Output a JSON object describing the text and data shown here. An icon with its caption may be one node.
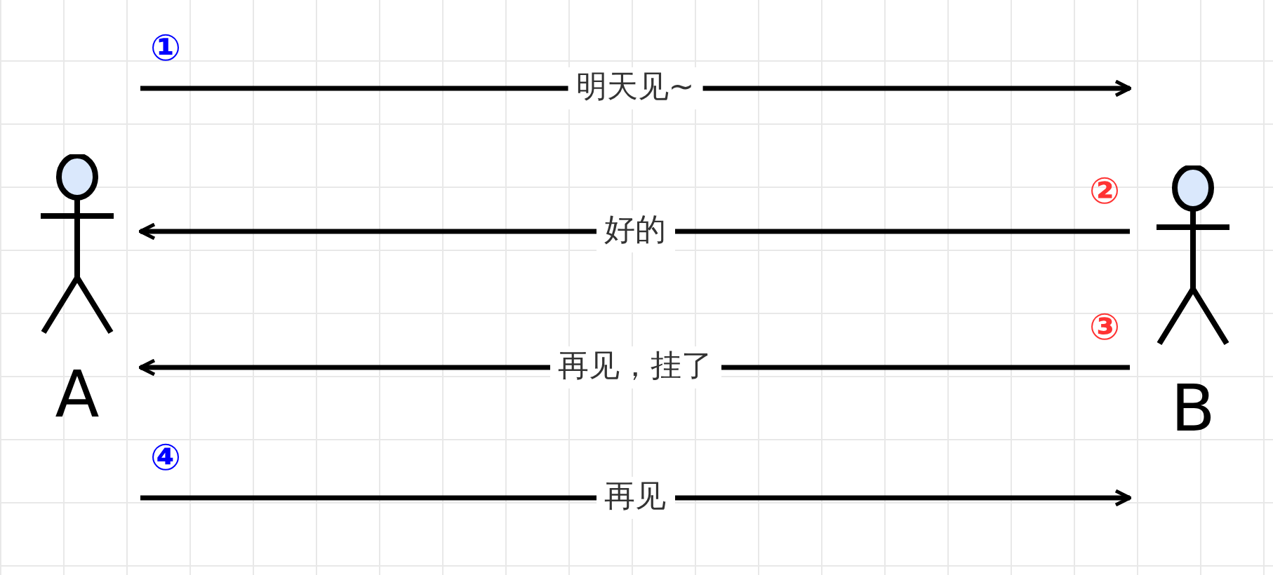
{
  "diagram": {
    "nodes": [
      {
        "text": [
          "A"
        ]
      },
      {
        "text": [
          "B"
        ]
      }
    ],
    "edges": [
      {
        "from": 0,
        "to": 1,
        "arrow": "to",
        "label": "明天见~"
      },
      {
        "from": 1,
        "to": 0,
        "arrow": "to",
        "label": "好的"
      },
      {
        "from": 1,
        "to": 0,
        "arrow": "to",
        "label": "再见，挂了"
      },
      {
        "from": 0,
        "to": 1,
        "arrow": "to",
        "label": "再见"
      }
    ],
    "labels": [
      "①",
      "②",
      "③",
      "④"
    ]
  }
}
